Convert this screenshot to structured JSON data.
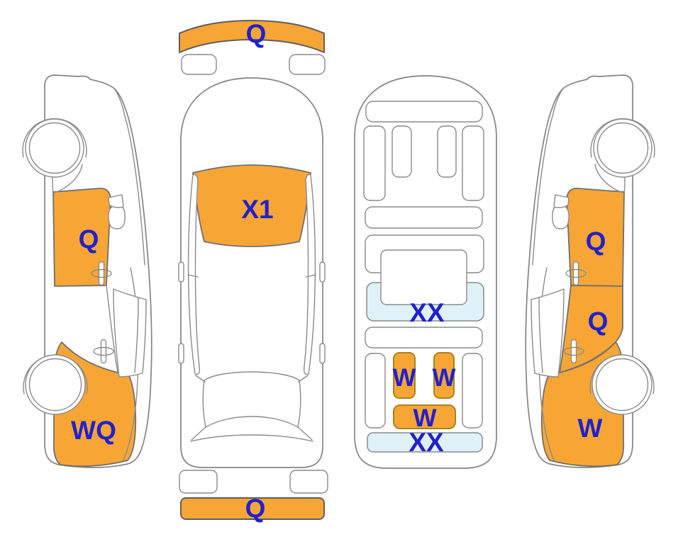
{
  "page": {
    "title": "Vehicle damage map diagram"
  },
  "colors": {
    "highlight_orange": "#F7A636",
    "highlight_blue": "#DFF1F9",
    "label_blue": "#2121CC",
    "outline_gray": "#848484",
    "background": "#FFFFFF"
  },
  "views": {
    "left_side": {
      "name": "left side view",
      "labels": [
        {
          "code": "Q",
          "part": "front door"
        },
        {
          "code": "WQ",
          "part": "rear quarter panel"
        }
      ]
    },
    "top": {
      "name": "top view",
      "labels": [
        {
          "code": "Q",
          "part": "front bumper"
        },
        {
          "code": "X1",
          "part": "windshield"
        },
        {
          "code": "Q",
          "part": "rear bumper"
        }
      ]
    },
    "interior": {
      "name": "interior view",
      "labels": [
        {
          "code": "XX",
          "part": "front floor"
        },
        {
          "code": "W",
          "part": "rear seatback left"
        },
        {
          "code": "W",
          "part": "rear seatback right"
        },
        {
          "code": "W",
          "part": "rear seat cushion"
        },
        {
          "code": "XX",
          "part": "rear floor"
        }
      ]
    },
    "right_side": {
      "name": "right side view",
      "labels": [
        {
          "code": "Q",
          "part": "front door"
        },
        {
          "code": "Q",
          "part": "rear door"
        },
        {
          "code": "W",
          "part": "rear quarter panel"
        }
      ]
    }
  }
}
